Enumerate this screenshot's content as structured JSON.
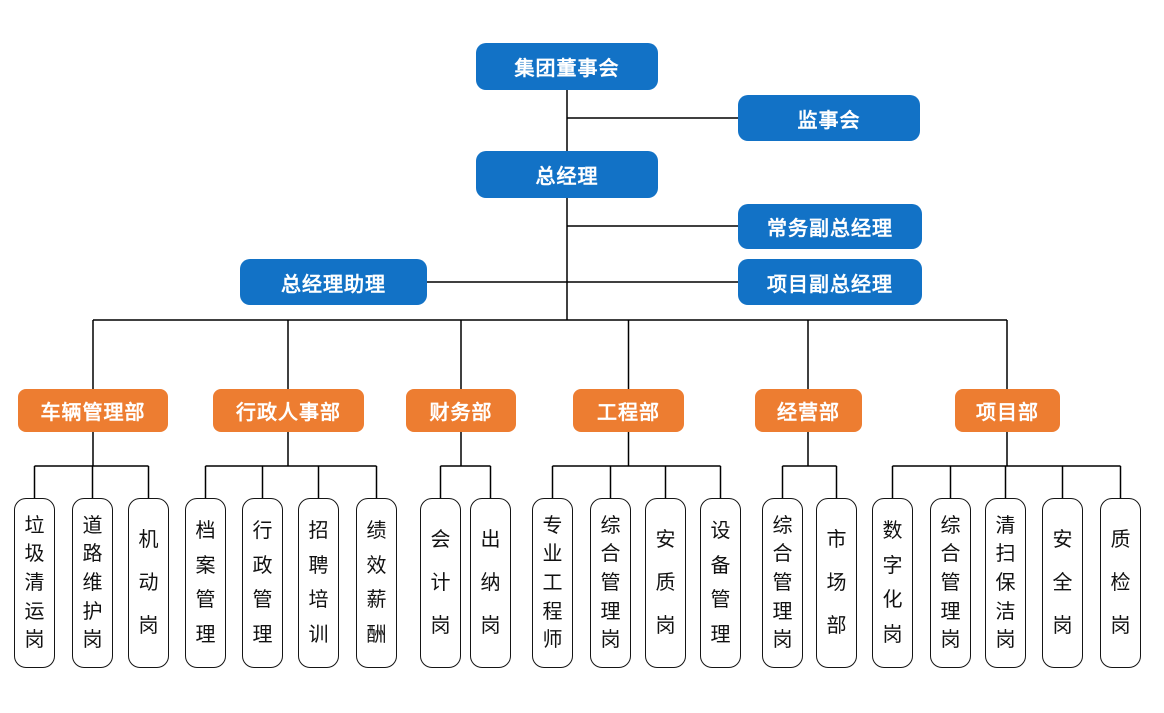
{
  "colors": {
    "blue": "#1272C6",
    "orange": "#ED7D31",
    "line": "#000000"
  },
  "top": {
    "board": "集团董事会",
    "supervisory": "监事会",
    "gm": "总经理",
    "exec_deputy_gm": "常务副总经理",
    "gm_assistant": "总经理助理",
    "project_deputy_gm": "项目副总经理"
  },
  "departments": [
    {
      "name": "车辆管理部",
      "posts": [
        "垃圾清运岗",
        "道路维护岗",
        "机动岗"
      ]
    },
    {
      "name": "行政人事部",
      "posts": [
        "档案管理",
        "行政管理",
        "招聘培训",
        "绩效薪酬"
      ]
    },
    {
      "name": "财务部",
      "posts": [
        "会计岗",
        "出纳岗"
      ]
    },
    {
      "name": "工程部",
      "posts": [
        "专业工程师",
        "综合管理岗",
        "安质岗",
        "设备管理"
      ]
    },
    {
      "name": "经营部",
      "posts": [
        "综合管理岗",
        "市场部"
      ]
    },
    {
      "name": "项目部",
      "posts": [
        "数字化岗",
        "综合管理岗",
        "清扫保洁岗",
        "安全岗",
        "质检岗"
      ]
    }
  ]
}
